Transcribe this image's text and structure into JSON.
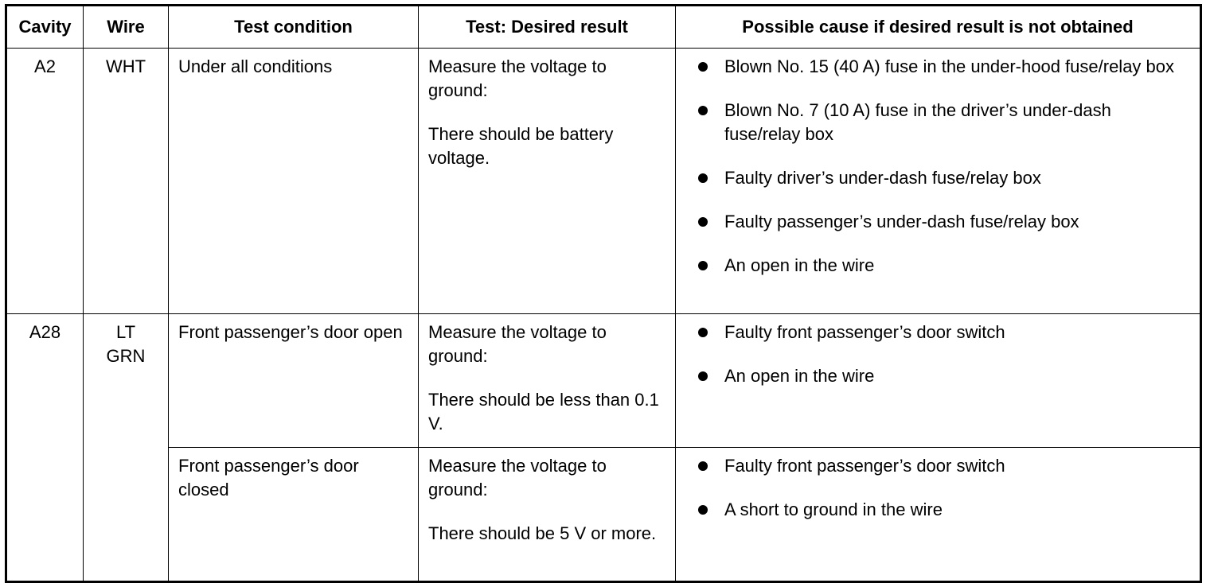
{
  "headers": {
    "cavity": "Cavity",
    "wire": "Wire",
    "test_condition": "Test condition",
    "desired_result": "Test: Desired result",
    "possible_cause": "Possible cause if desired result is not obtained"
  },
  "rows": [
    {
      "cavity": "A2",
      "wire": [
        "WHT"
      ],
      "condition": "Under all conditions",
      "result": [
        "Measure the voltage to ground:",
        "There should be battery voltage."
      ],
      "causes": [
        "Blown No. 15 (40 A) fuse in the under-hood fuse/relay box",
        "Blown No. 7 (10 A) fuse in the driver’s under-dash fuse/relay box",
        "Faulty driver’s under-dash fuse/relay box",
        "Faulty passenger’s under-dash fuse/relay box",
        "An open in the wire"
      ]
    },
    {
      "cavity": "A28",
      "wire": [
        "LT",
        "GRN"
      ],
      "condition": "Front passenger’s door open",
      "result": [
        "Measure the voltage to ground:",
        "There should be less than 0.1 V."
      ],
      "causes": [
        "Faulty front passenger’s door switch",
        "An open in the wire"
      ]
    },
    {
      "condition": "Front passenger’s door closed",
      "result": [
        "Measure the voltage to ground:",
        "There should be 5 V or more."
      ],
      "causes": [
        "Faulty front passenger’s door switch",
        "A short to ground in the wire"
      ]
    }
  ]
}
